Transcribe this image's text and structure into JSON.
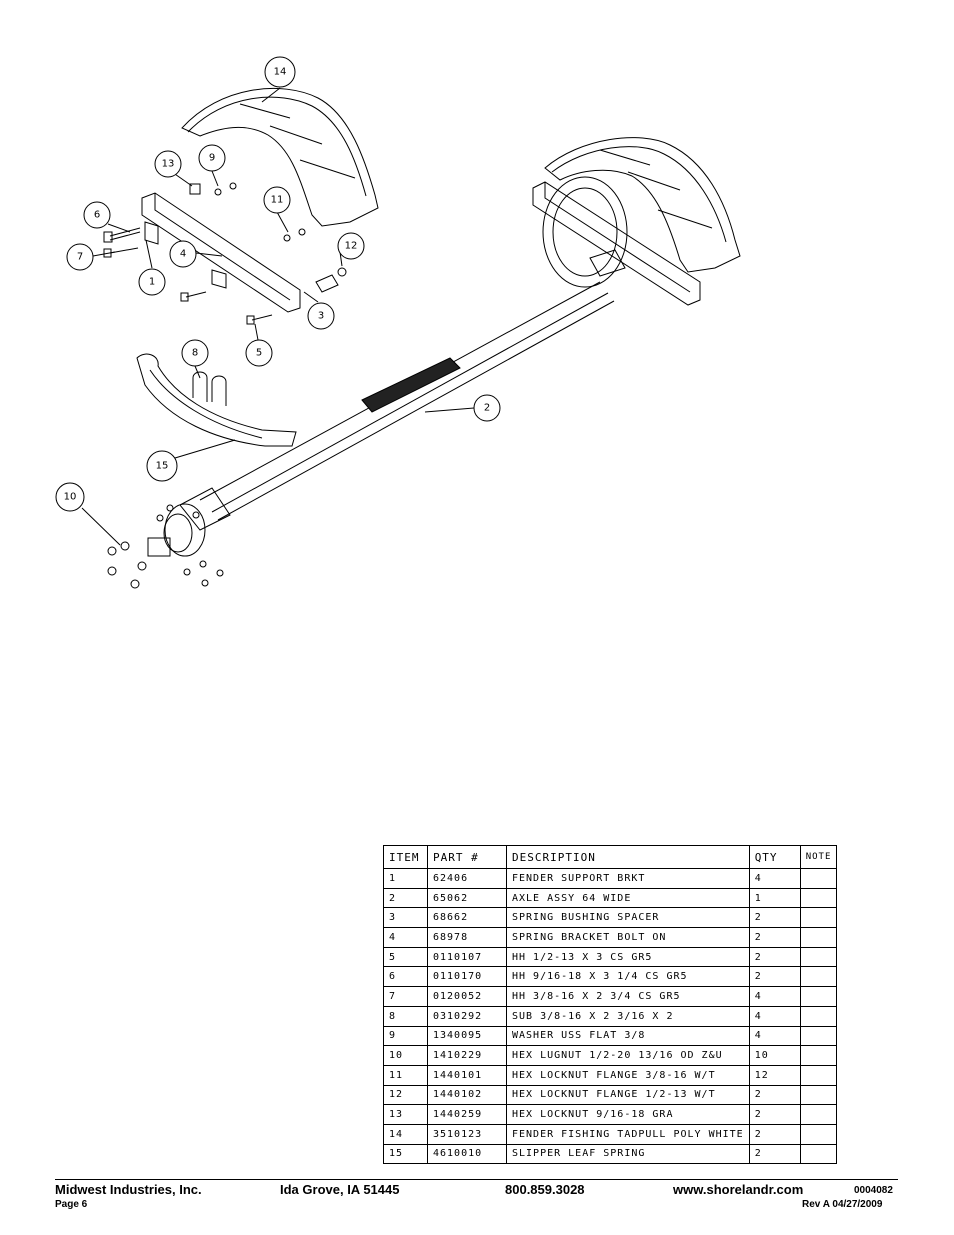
{
  "diagram": {
    "callouts": [
      "14",
      "13",
      "9",
      "6",
      "11",
      "12",
      "7",
      "4",
      "1",
      "3",
      "5",
      "8",
      "2",
      "15",
      "10"
    ]
  },
  "parts_table": {
    "headers": {
      "item": "ITEM",
      "part": "PART #",
      "description": "DESCRIPTION",
      "qty": "QTY",
      "note": "NOTE"
    },
    "rows": [
      {
        "item": "1",
        "part": "62406",
        "description": "FENDER SUPPORT BRKT",
        "qty": "4",
        "note": ""
      },
      {
        "item": "2",
        "part": "65062",
        "description": "AXLE ASSY 64 WIDE",
        "qty": "1",
        "note": ""
      },
      {
        "item": "3",
        "part": "68662",
        "description": "SPRING BUSHING SPACER",
        "qty": "2",
        "note": ""
      },
      {
        "item": "4",
        "part": "68978",
        "description": "SPRING BRACKET BOLT ON",
        "qty": "2",
        "note": ""
      },
      {
        "item": "5",
        "part": "0110107",
        "description": "HH 1/2-13 X 3 CS GR5",
        "qty": "2",
        "note": ""
      },
      {
        "item": "6",
        "part": "0110170",
        "description": "HH 9/16-18 X 3 1/4 CS GR5",
        "qty": "2",
        "note": ""
      },
      {
        "item": "7",
        "part": "0120052",
        "description": "HH 3/8-16 X 2 3/4 CS GR5",
        "qty": "4",
        "note": ""
      },
      {
        "item": "8",
        "part": "0310292",
        "description": "SUB 3/8-16 X 2 3/16 X 2",
        "qty": "4",
        "note": ""
      },
      {
        "item": "9",
        "part": "1340095",
        "description": "WASHER USS FLAT 3/8",
        "qty": "4",
        "note": ""
      },
      {
        "item": "10",
        "part": "1410229",
        "description": "HEX LUGNUT 1/2-20 13/16 OD Z&U",
        "qty": "10",
        "note": ""
      },
      {
        "item": "11",
        "part": "1440101",
        "description": "HEX LOCKNUT FLANGE 3/8-16 W/T",
        "qty": "12",
        "note": ""
      },
      {
        "item": "12",
        "part": "1440102",
        "description": "HEX LOCKNUT FLANGE 1/2-13 W/T",
        "qty": "2",
        "note": ""
      },
      {
        "item": "13",
        "part": "1440259",
        "description": "HEX LOCKNUT 9/16-18 GRA",
        "qty": "2",
        "note": ""
      },
      {
        "item": "14",
        "part": "3510123",
        "description": "FENDER  FISHING TADPULL POLY WHITE",
        "qty": "2",
        "note": ""
      },
      {
        "item": "15",
        "part": "4610010",
        "description": "SLIPPER LEAF SPRING",
        "qty": "2",
        "note": ""
      }
    ]
  },
  "footer": {
    "company": "Midwest Industries, Inc.",
    "location": "Ida Grove, IA  51445",
    "phone": "800.859.3028",
    "website": "www.shorelandr.com",
    "doc_number": "0004082",
    "page": "Page 6",
    "revision": "Rev  A  04/27/2009"
  }
}
